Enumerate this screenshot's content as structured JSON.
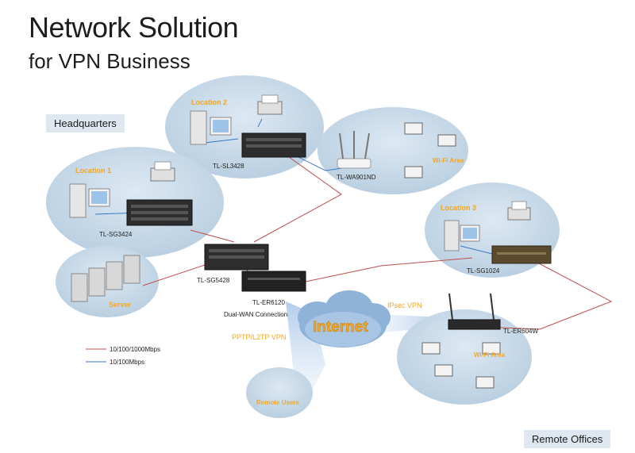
{
  "header": {
    "title": "Network Solution",
    "subtitle": "for VPN Business"
  },
  "regions": {
    "headquarters": "Headquarters",
    "remote_offices": "Remote Offices"
  },
  "zones": {
    "location1": "Location 1",
    "location2": "Location 2",
    "location3": "Location 3",
    "wifi_hq": "Wi-Fi Area",
    "wifi_remote": "Wi-Fi Area",
    "server": "Server",
    "remote_users": "Remote Users",
    "internet": "Internet"
  },
  "devices": {
    "sl3428": "TL-SL3428",
    "wa901nd": "TL-WA901ND",
    "sg3424": "TL-SG3424",
    "sg5428": "TL-SG5428",
    "er6120": "TL-ER6120",
    "dual_wan": "Dual-WAN Connection",
    "sg1024": "TL-SG1024",
    "er604w": "TL-ER604W"
  },
  "vpn": {
    "ipsec": "IPsec VPN",
    "pptp": "PPTP/L2TP VPN"
  },
  "legend": {
    "items": [
      {
        "label": "10/100/1000Mbps",
        "color": "#c0504d"
      },
      {
        "label": "10/100Mbps",
        "color": "#3b78c4"
      }
    ]
  },
  "colors": {
    "bubble": "#c9dcea",
    "accent_orange": "#f5a623",
    "gigabit_line": "#c0504d",
    "fast_line": "#3b78c4"
  }
}
